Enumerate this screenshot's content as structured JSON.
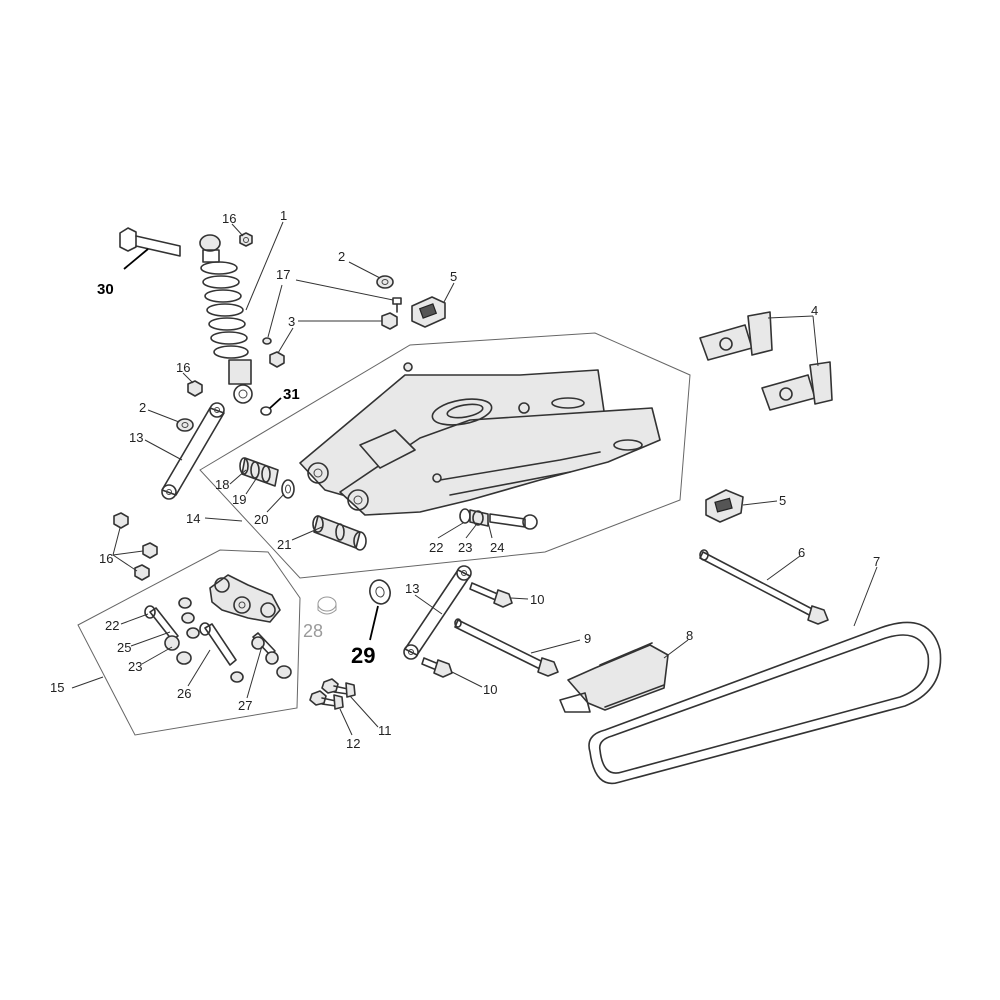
{
  "callouts": {
    "c1": "1",
    "c2a": "2",
    "c2b": "2",
    "c3": "3",
    "c4": "4",
    "c5a": "5",
    "c5b": "5",
    "c6": "6",
    "c7": "7",
    "c8": "8",
    "c9": "9",
    "c10a": "10",
    "c10b": "10",
    "c11": "11",
    "c12": "12",
    "c13a": "13",
    "c13b": "13",
    "c14": "14",
    "c15": "15",
    "c16a": "16",
    "c16b": "16",
    "c16c": "16",
    "c17": "17",
    "c18": "18",
    "c19": "19",
    "c20": "20",
    "c21": "21",
    "c22a": "22",
    "c22b": "22",
    "c23a": "23",
    "c23b": "23",
    "c24": "24",
    "c25": "25",
    "c26": "26",
    "c27": "27",
    "c28": "28",
    "c29": "29",
    "c30": "30",
    "c31": "31"
  }
}
